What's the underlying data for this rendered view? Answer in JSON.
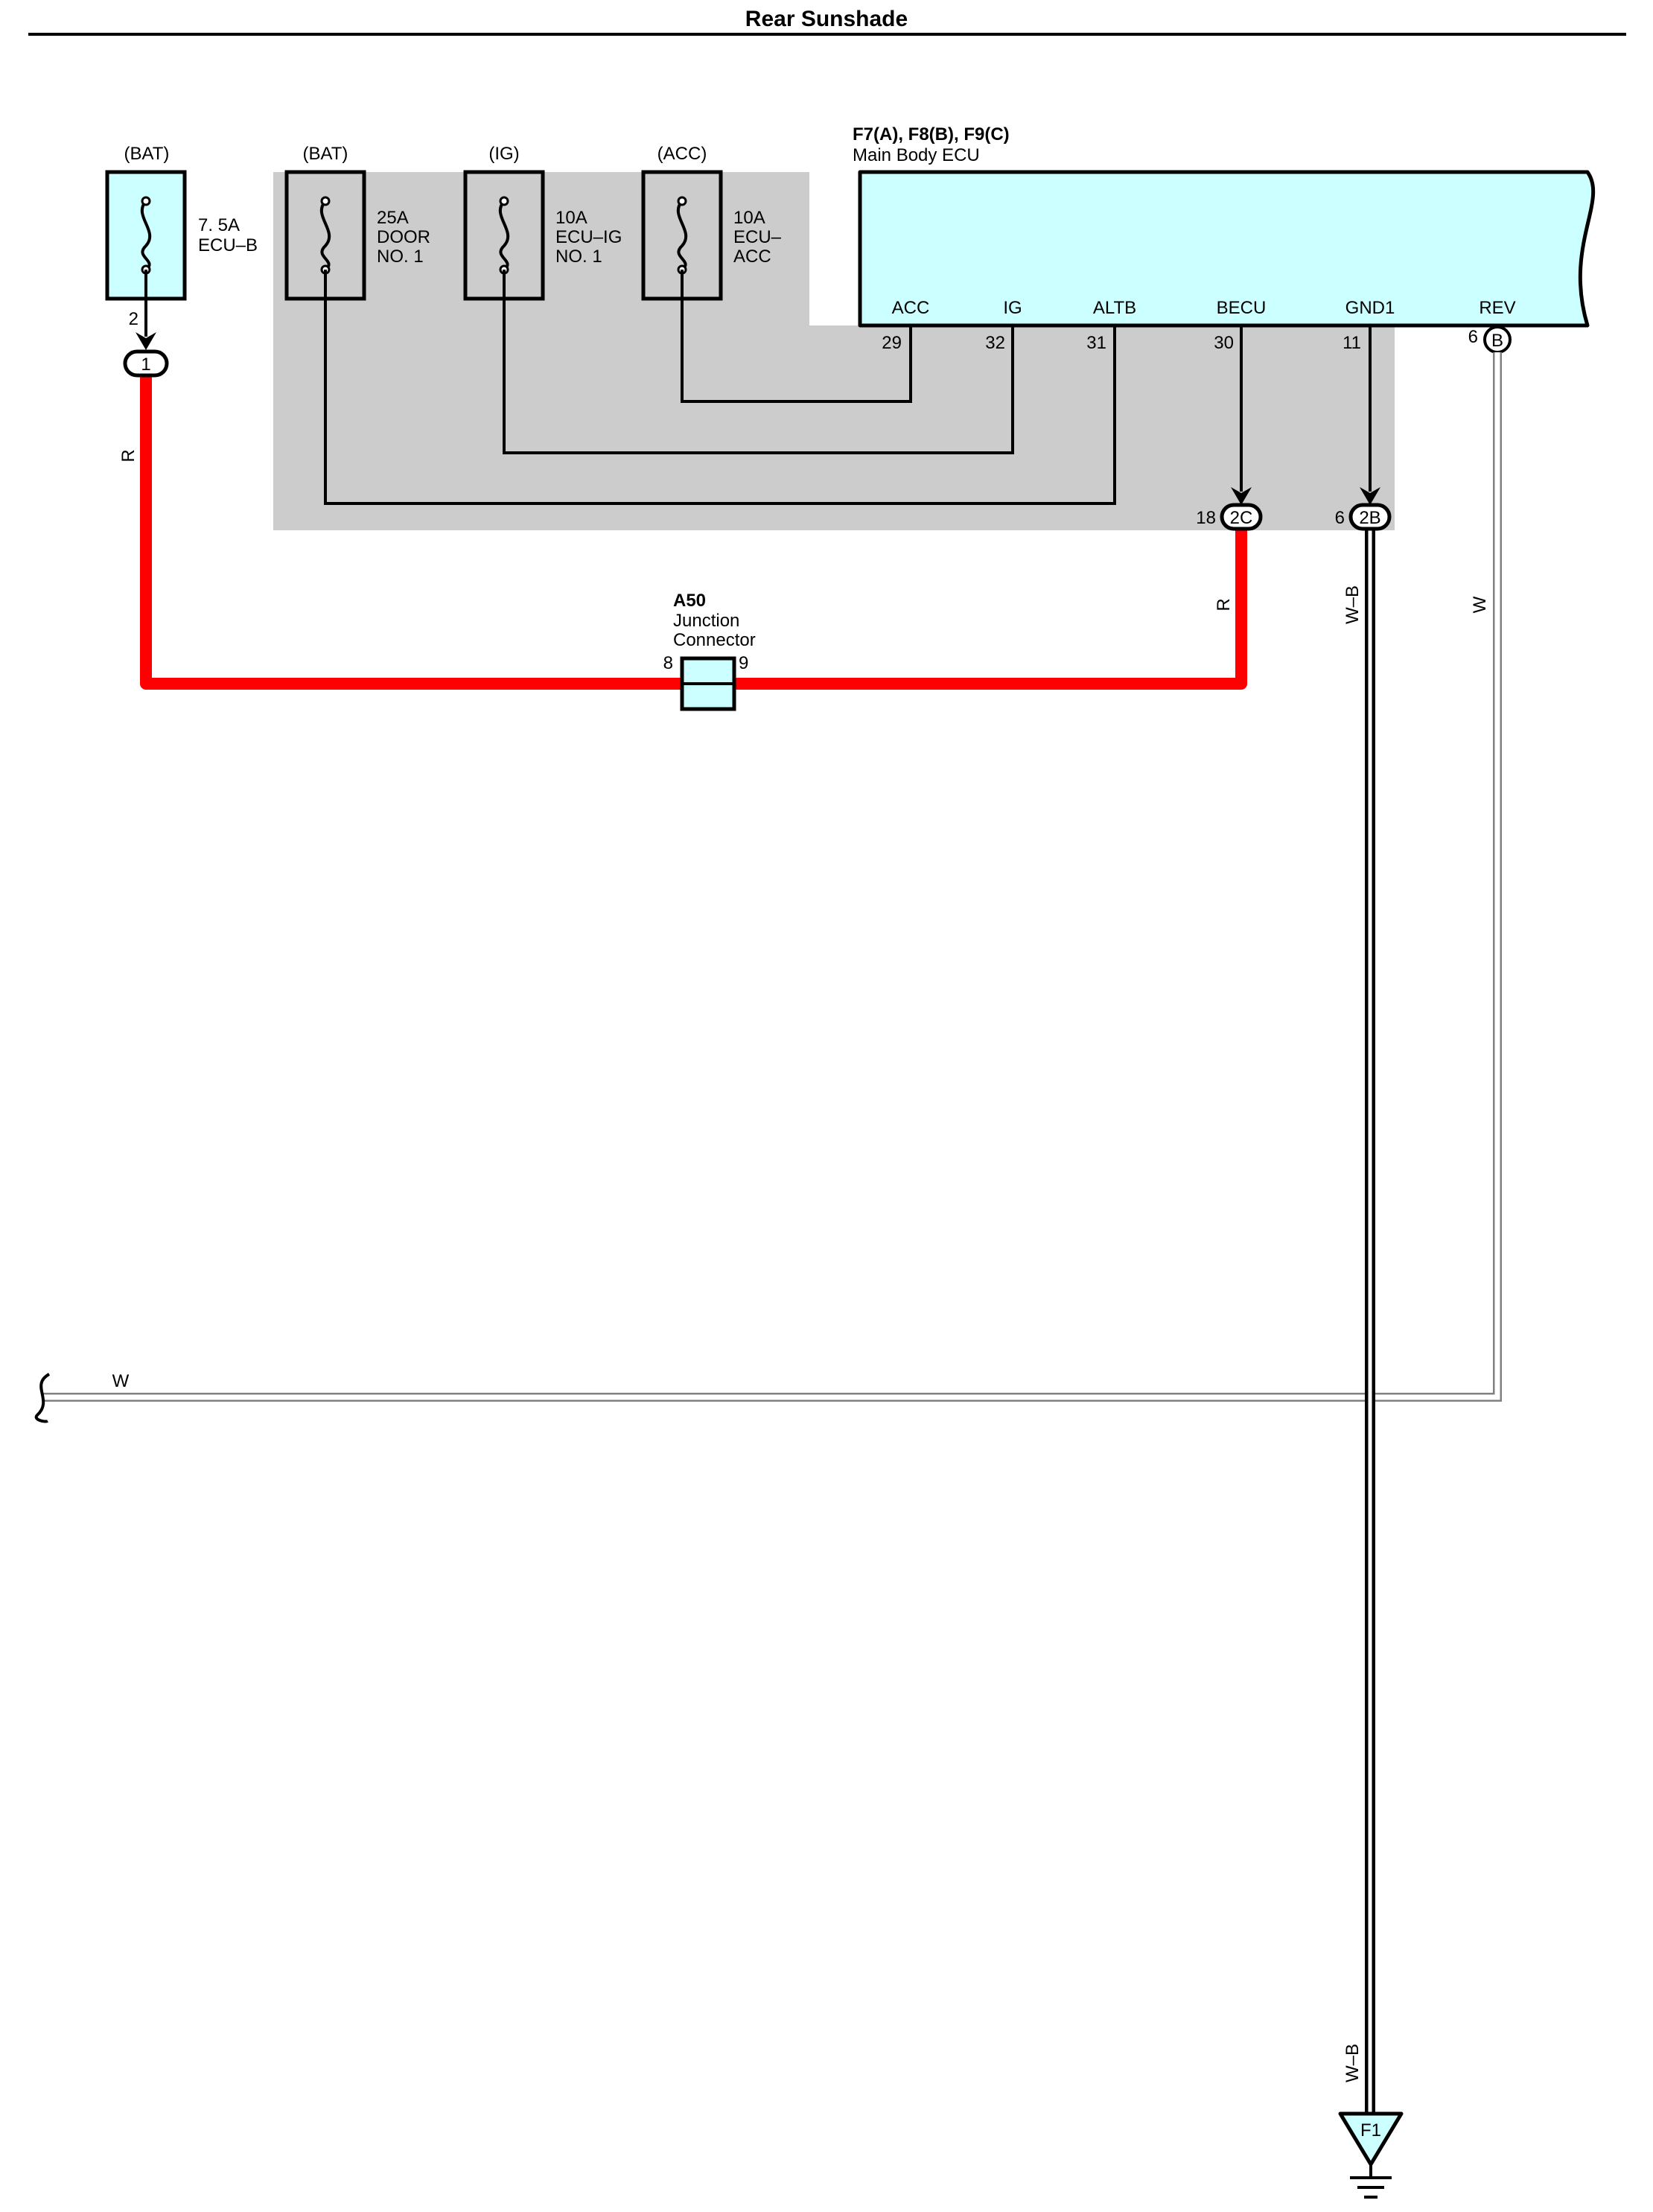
{
  "title": "Rear Sunshade",
  "fuses": [
    {
      "source": "(BAT)",
      "rating": "7. 5A",
      "name1": "ECU–B",
      "name2": ""
    },
    {
      "source": "(BAT)",
      "rating": "25A",
      "name1": "DOOR",
      "name2": "NO. 1"
    },
    {
      "source": "(IG)",
      "rating": "10A",
      "name1": "ECU–IG",
      "name2": "NO. 1"
    },
    {
      "source": "(ACC)",
      "rating": "10A",
      "name1": "ECU–",
      "name2": "ACC"
    }
  ],
  "fuse1_pin": "2",
  "connector_1": "1",
  "ecu": {
    "code": "F7(A), F8(B), F9(C)",
    "name": "Main Body ECU",
    "terminals": [
      {
        "name": "ACC",
        "pin": "29"
      },
      {
        "name": "IG",
        "pin": "32"
      },
      {
        "name": "ALTB",
        "pin": "31"
      },
      {
        "name": "BECU",
        "pin": "30"
      },
      {
        "name": "GND1",
        "pin": "11"
      },
      {
        "name": "REV",
        "pin": "6"
      }
    ],
    "rev_connector": "B"
  },
  "junction_connectors": [
    {
      "pin": "18",
      "id": "2C"
    },
    {
      "pin": "6",
      "id": "2B"
    }
  ],
  "a50": {
    "code": "A50",
    "line1": "Junction",
    "line2": "Connector",
    "pin_left": "8",
    "pin_right": "9"
  },
  "wire_labels": {
    "left_r": "R",
    "right_r": "R",
    "wb_top": "W–B",
    "w_vertical": "W",
    "w_horizontal": "W",
    "wb_bottom": "W–B"
  },
  "ground": {
    "id": "F1"
  },
  "colors": {
    "red_wire": "#ff0000",
    "component_fill": "#ccffff",
    "junction_block": "#cccccc",
    "line": "#000000",
    "white_wire": "#808080"
  }
}
